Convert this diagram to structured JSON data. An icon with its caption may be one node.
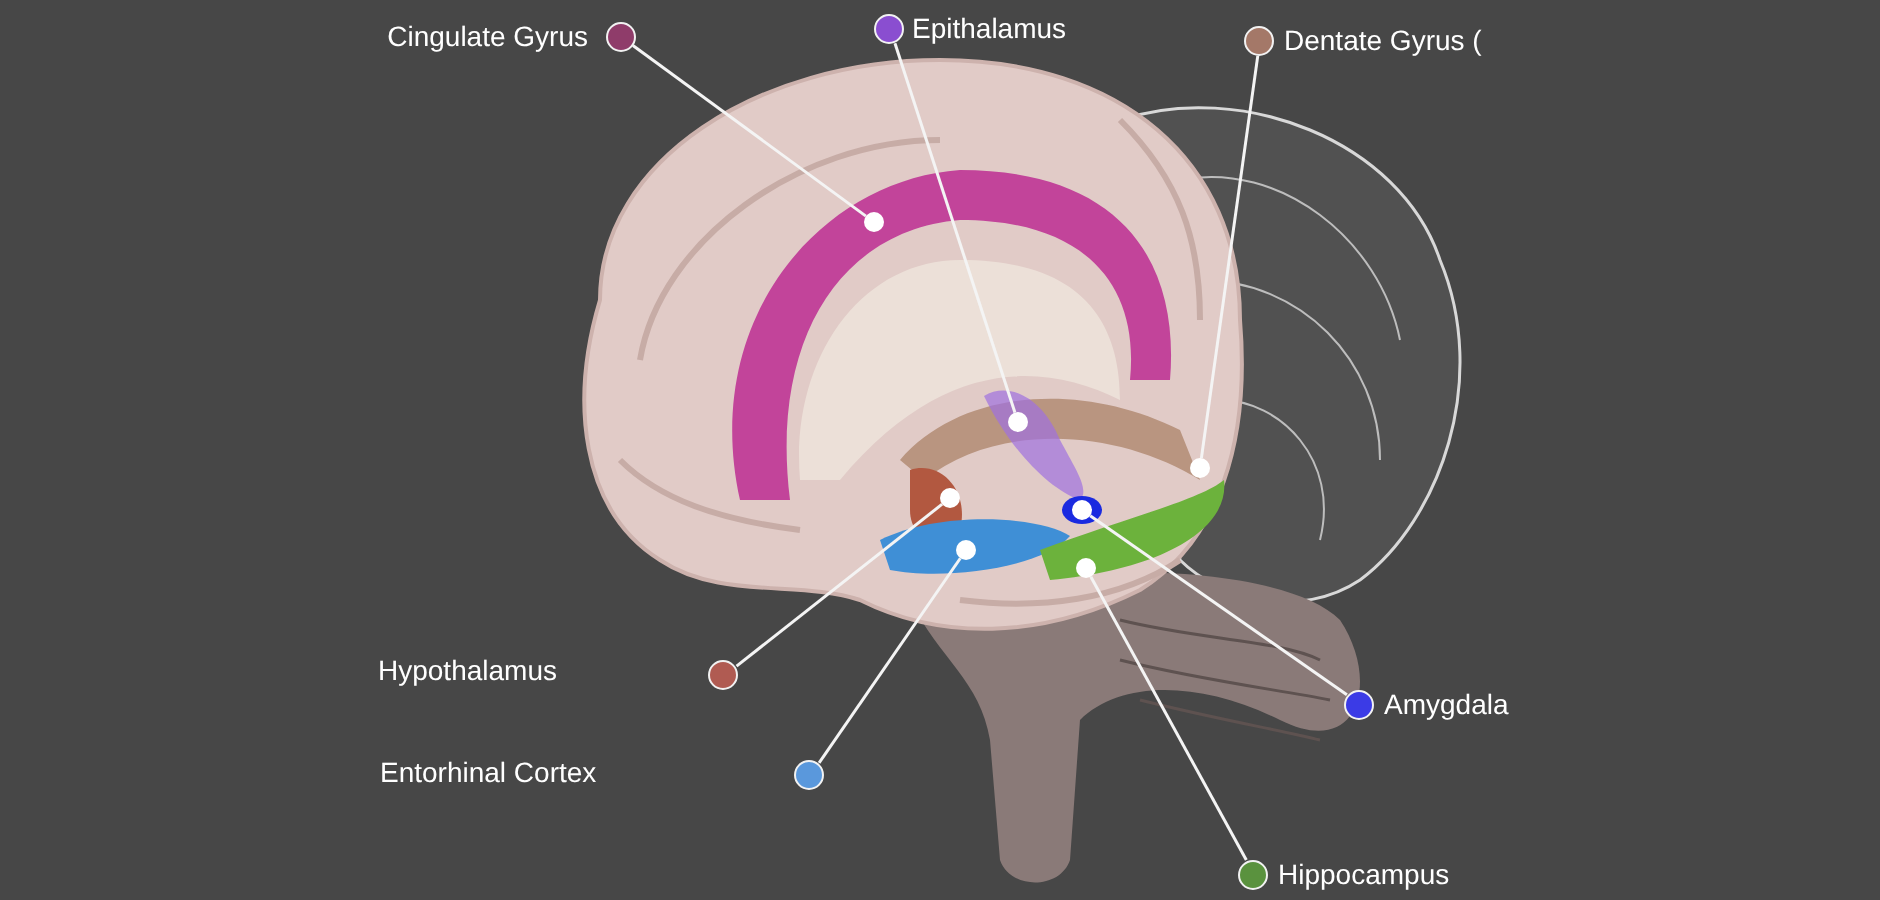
{
  "diagram": {
    "nodes": [
      {
        "text": [
          "Cingulate Gyrus"
        ]
      },
      {
        "text": [
          "Epithalamus"
        ]
      },
      {
        "text": [
          "Dentate Gyrus ("
        ]
      },
      {
        "text": [],
        "shape": "circle"
      },
      {
        "text": [],
        "shape": "circle"
      },
      {
        "text": [
          "Amygdala"
        ]
      },
      {
        "text": [
          "Hippocampus"
        ]
      },
      {
        "text": [],
        "shape": "circle"
      },
      {
        "text": [],
        "shape": "circle"
      },
      {
        "text": [],
        "shape": "circle"
      },
      {
        "text": [],
        "shape": "circle"
      },
      {
        "text": [],
        "shape": "circle"
      },
      {
        "text": [],
        "shape": "circle"
      },
      {
        "text": [],
        "shape": "circle"
      }
    ],
    "edges": [
      {
        "from": 0,
        "to": 7,
        "arrow": "none"
      },
      {
        "from": 1,
        "to": 8,
        "arrow": "none"
      },
      {
        "from": 2,
        "to": 9,
        "arrow": "none"
      },
      {
        "from": 3,
        "to": 10,
        "arrow": "none"
      },
      {
        "from": 4,
        "to": 11,
        "arrow": "none"
      },
      {
        "from": 5,
        "to": 12,
        "arrow": "none"
      },
      {
        "from": 6,
        "to": 13,
        "arrow": "none"
      }
    ],
    "labels": [
      "Hypothalamus",
      "Entorhinal Cortex"
    ]
  }
}
